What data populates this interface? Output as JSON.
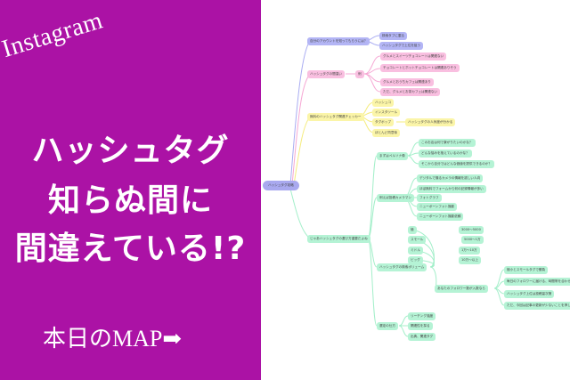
{
  "left_panel": {
    "background": "#ab12a5",
    "brand": "Instagram",
    "headline": [
      "ハッシュタグ",
      "知らぬ間に",
      "間違えている!?"
    ],
    "cta": "本日のMAP➡"
  },
  "mindmap": {
    "root": "ハッシュタグ攻略",
    "branches": [
      {
        "label": "自分のアカウントを知ってもらうには？",
        "color": "#b3b5f5",
        "children": [
          "検索タブに載る",
          "ハッシュタグで上位を狙う"
        ]
      },
      {
        "label": "ハッシュタグの間違い",
        "color": "#f9bfe0",
        "children": [
          {
            "label": "例",
            "children": [
              "グルメとスイーツチョコレートは関連ない",
              "チョコレートとホットチョコレートは関連ありそう",
              "グルメとおうちカフェは関連あり",
              "ただ、グルメとお茶カフェは関連ない"
            ]
          }
        ]
      },
      {
        "label": "無料のハッシュタグ関連チェッカー",
        "color": "#fbf5a8",
        "children": [
          "ハッシュコ",
          "インスタツール",
          "タグポップ",
          "ほとんど同意味"
        ],
        "note": "ハッシュタグの人気度が分かる"
      },
      {
        "label": "じゃあハッシュタグの選び方重要だよね",
        "color": "#b5f3d5",
        "children": [
          {
            "label": "まずはペルソナ像",
            "children": [
              "このお店は何で繋がりたいのかな？",
              "どんな悩みを抱えているのかな？",
              "そこから自分ではどんな価値を提供できるのか？"
            ]
          },
          {
            "label": "例えば投稿カメラマン",
            "children": [
              "デジタルで撮るカメラの情報を欲しい人向",
              "ほぼ無料でフォームから何の記録情報が多い",
              "フォトグラフ",
              "ニューボーンフォト撮影",
              "ニューボーンフォト撮影依頼"
            ]
          },
          {
            "label": "ハッシュタグの検索ボリューム",
            "children": [
              {
                "label": "極",
                "value": "3000〜5000"
              },
              {
                "label": "スモール",
                "value": "5000〜1万"
              },
              {
                "label": "ミドル",
                "value": "1万〜10万"
              },
              {
                "label": "ビッグ",
                "value": "10万〜以上"
              },
              {
                "label": "あなたのフォロワー数が入数なら",
                "children": [
                  "極小とスモールタグで勝負",
                  "毎日のフォロワーに届ける、時間帯を合わせ反映する！",
                  "ハッシュタグ上位は投稿量次第",
                  "ただ、今回は記事の更新が少ないことを押してタグ遊びを抑えて"
                ]
              }
            ]
          },
          {
            "label": "選定の仕方",
            "children": [
              "リーチング強度",
              "関連性を探る",
              "出典、関連タグ"
            ]
          }
        ]
      }
    ]
  }
}
